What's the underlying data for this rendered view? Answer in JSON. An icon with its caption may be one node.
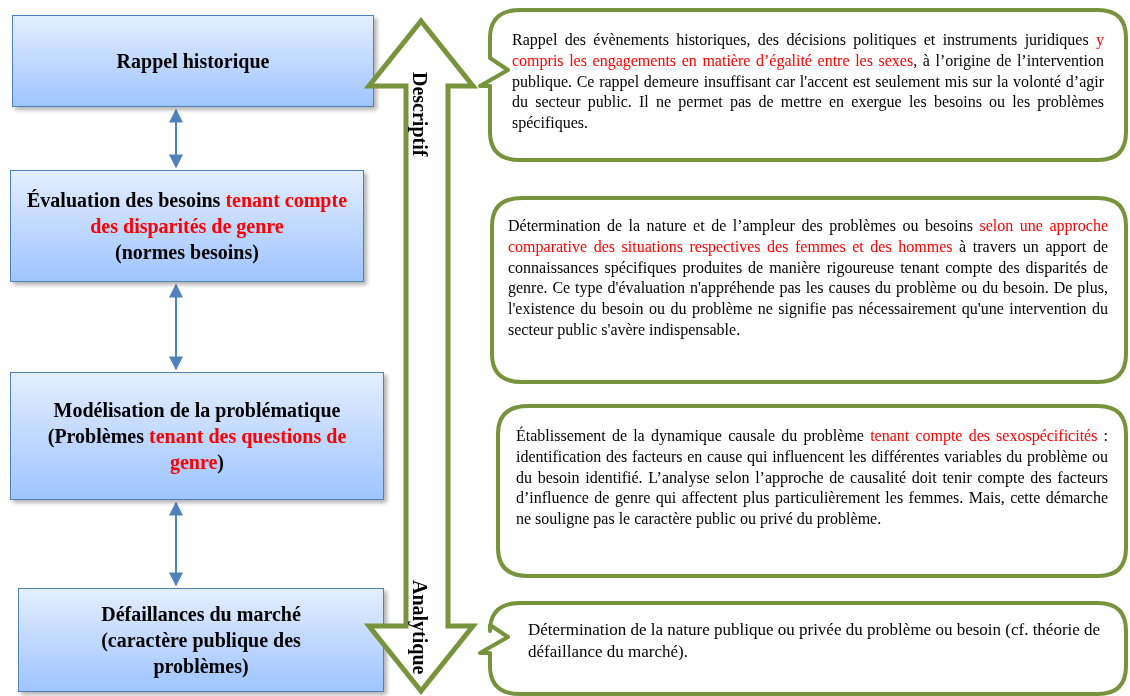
{
  "diagram": {
    "nodes": [
      {
        "text": [
          "Rappel historique"
        ]
      },
      {
        "text": [
          "Évaluation des besoins",
          "tenant compte des disparités de genre",
          "(normes besoins)"
        ]
      },
      {
        "text": [
          "Modélisation de la problématique",
          "(Problèmes",
          "tenant des questions de genre",
          ")"
        ]
      },
      {
        "text": [
          "Défaillances du marché (caractère publique des problèmes)"
        ]
      },
      {
        "text": [
          "Descriptif",
          "Analytique"
        ]
      },
      {
        "text": [
          "Rappel des évènements historiques, des décisions politiques et instruments juridiques",
          "y compris les engagements en matière d’égalité entre les sexes",
          ", à l’origine de l’intervention publique. Ce rappel demeure insuffisant car l'accent est seulement mis sur la volonté d’agir du secteur public. Il ne permet pas de mettre en exergue les besoins ou les problèmes spécifiques."
        ]
      },
      {
        "text": [
          "Détermination de la nature et de l’ampleur des problèmes ou besoins",
          "selon une approche comparative des situations respectives des femmes et des hommes",
          "à travers un apport de connaissances spécifiques produites de manière rigoureuse tenant compte des disparités de genre. Ce type d'évaluation n'appréhende pas les causes du problème ou du besoin. De plus, l'existence du besoin ou du problème ne signifie pas nécessairement qu'une intervention du secteur public s'avère indispensable."
        ]
      },
      {
        "text": [
          "Établissement de la dynamique causale du problème",
          "tenant compte des sexospécificités",
          ": identification des facteurs en cause qui influencent les différentes variables du problème ou du besoin identifié. L’analyse selon l’approche de causalité doit tenir compte des facteurs d’influence de genre qui affectent plus particulièrement les femmes. Mais, cette démarche ne souligne pas le caractère public ou privé du problème."
        ]
      },
      {
        "text": [
          "Détermination de la nature publique ou privée du problème ou besoin (cf. théorie de défaillance du marché)."
        ]
      }
    ],
    "edges": [
      {
        "from": 0,
        "to": 1,
        "arrow": "both"
      },
      {
        "from": 1,
        "to": 2,
        "arrow": "both"
      },
      {
        "from": 2,
        "to": 3,
        "arrow": "both"
      }
    ]
  }
}
